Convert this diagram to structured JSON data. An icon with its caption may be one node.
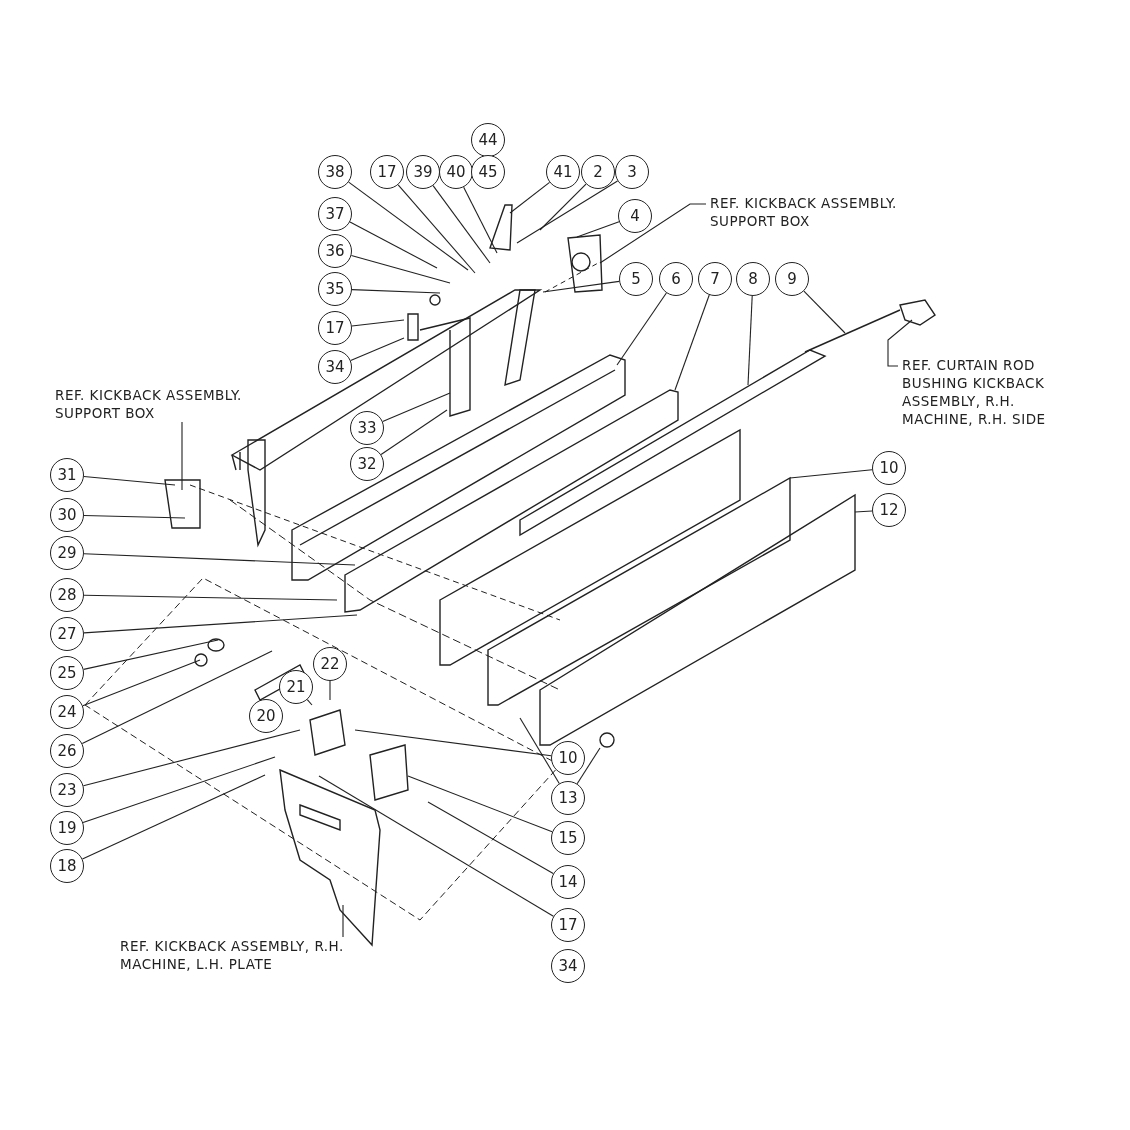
{
  "diagram": {
    "nodes": [
      {
        "text": [
          "38"
        ]
      },
      {
        "text": [
          "17"
        ]
      },
      {
        "text": [
          "39"
        ]
      },
      {
        "text": [
          "40"
        ]
      },
      {
        "text": [
          "41"
        ]
      },
      {
        "text": [
          "2"
        ]
      },
      {
        "text": [
          "3"
        ]
      },
      {
        "text": [
          "REF. KICKBACK ASSEMBLY. SUPPORT BOX"
        ]
      },
      {
        "text": [
          "4"
        ]
      },
      {
        "text": [
          "37"
        ]
      },
      {
        "text": [
          "36"
        ]
      },
      {
        "text": [
          "5"
        ]
      },
      {
        "text": [
          "35"
        ]
      },
      {
        "text": [
          "6"
        ]
      },
      {
        "text": [
          "7"
        ]
      },
      {
        "text": [
          "8"
        ]
      },
      {
        "text": [
          "9"
        ]
      },
      {
        "text": [
          "17"
        ]
      },
      {
        "text": [
          "REF. CURTAIN ROD BUSHING KICKBACK ASSEMBLY, R.H. MACHINE, R.H. SIDE"
        ]
      },
      {
        "text": [
          "34"
        ]
      },
      {
        "text": [
          "REF. KICKBACK ASSEMBLY. SUPPORT BOX"
        ]
      },
      {
        "text": [
          "33"
        ]
      },
      {
        "text": [
          "32"
        ]
      },
      {
        "text": [
          "10"
        ]
      },
      {
        "text": [
          "31"
        ]
      },
      {
        "text": [
          "12"
        ]
      },
      {
        "text": [
          "30"
        ]
      },
      {
        "text": [
          "29"
        ]
      },
      {
        "text": [
          "28"
        ]
      },
      {
        "text": [
          "27"
        ]
      },
      {
        "text": [
          "25"
        ]
      },
      {
        "text": [
          "22"
        ]
      },
      {
        "text": [
          "21"
        ]
      },
      {
        "text": [
          "24"
        ]
      },
      {
        "text": [
          "26"
        ]
      },
      {
        "text": [
          "10"
        ]
      },
      {
        "text": [
          "23"
        ]
      },
      {
        "text": [
          "13"
        ]
      },
      {
        "text": [
          "19"
        ]
      },
      {
        "text": [
          "15"
        ]
      },
      {
        "text": [
          "18"
        ]
      },
      {
        "text": [
          "14"
        ]
      },
      {
        "text": [
          "17"
        ]
      },
      {
        "text": [
          "REF. KICKBACK ASSEMBLY, R.H. MACHINE, L.H. PLATE"
        ]
      },
      {
        "text": [
          "44"
        ]
      },
      {
        "text": [
          "45"
        ]
      },
      {
        "text": [
          "20"
        ]
      },
      {
        "text": [
          "34"
        ]
      }
    ],
    "edges": [
      {
        "from": 0,
        "to": null,
        "arrow": "none"
      },
      {
        "from": 1,
        "to": null,
        "arrow": "none"
      },
      {
        "from": 2,
        "to": null,
        "arrow": "none"
      },
      {
        "from": 3,
        "to": null,
        "arrow": "none"
      },
      {
        "from": 4,
        "to": null,
        "arrow": "none"
      },
      {
        "from": 5,
        "to": null,
        "arrow": "none"
      },
      {
        "from": 6,
        "to": null,
        "arrow": "none"
      },
      {
        "from": 7,
        "to": null,
        "arrow": "none"
      },
      {
        "from": 8,
        "to": null,
        "arrow": "none"
      },
      {
        "from": 9,
        "to": null,
        "arrow": "none"
      },
      {
        "from": 10,
        "to": null,
        "arrow": "none"
      },
      {
        "from": 11,
        "to": null,
        "arrow": "none"
      },
      {
        "from": 12,
        "to": null,
        "arrow": "none"
      },
      {
        "from": 13,
        "to": null,
        "arrow": "none"
      },
      {
        "from": 14,
        "to": null,
        "arrow": "none"
      },
      {
        "from": 15,
        "to": null,
        "arrow": "none"
      },
      {
        "from": 16,
        "to": null,
        "arrow": "none"
      },
      {
        "from": 17,
        "to": null,
        "arrow": "none"
      },
      {
        "from": 18,
        "to": null,
        "arrow": "none"
      },
      {
        "from": 19,
        "to": null,
        "arrow": "none"
      },
      {
        "from": 20,
        "to": null,
        "arrow": "none"
      },
      {
        "from": 21,
        "to": null,
        "arrow": "none"
      },
      {
        "from": 22,
        "to": null,
        "arrow": "none"
      },
      {
        "from": 23,
        "to": null,
        "arrow": "none"
      },
      {
        "from": 24,
        "to": null,
        "arrow": "none"
      },
      {
        "from": 25,
        "to": null,
        "arrow": "none"
      },
      {
        "from": 26,
        "to": null,
        "arrow": "none"
      },
      {
        "from": 27,
        "to": null,
        "arrow": "none"
      },
      {
        "from": 28,
        "to": null,
        "arrow": "none"
      },
      {
        "from": 29,
        "to": null,
        "arrow": "none"
      },
      {
        "from": 30,
        "to": null,
        "arrow": "none"
      },
      {
        "from": 31,
        "to": null,
        "arrow": "none"
      },
      {
        "from": 32,
        "to": null,
        "arrow": "none"
      },
      {
        "from": 33,
        "to": null,
        "arrow": "none"
      },
      {
        "from": 34,
        "to": null,
        "arrow": "none"
      },
      {
        "from": 35,
        "to": null,
        "arrow": "none"
      },
      {
        "from": 36,
        "to": null,
        "arrow": "none"
      },
      {
        "from": 37,
        "to": null,
        "arrow": "none"
      },
      {
        "from": 37,
        "to": null,
        "arrow": "none"
      },
      {
        "from": 38,
        "to": null,
        "arrow": "none"
      },
      {
        "from": 39,
        "to": null,
        "arrow": "none"
      },
      {
        "from": 40,
        "to": null,
        "arrow": "none"
      },
      {
        "from": 41,
        "to": null,
        "arrow": "none"
      },
      {
        "from": 42,
        "to": null,
        "arrow": "none"
      },
      {
        "from": 43,
        "to": null,
        "arrow": "none"
      }
    ]
  }
}
